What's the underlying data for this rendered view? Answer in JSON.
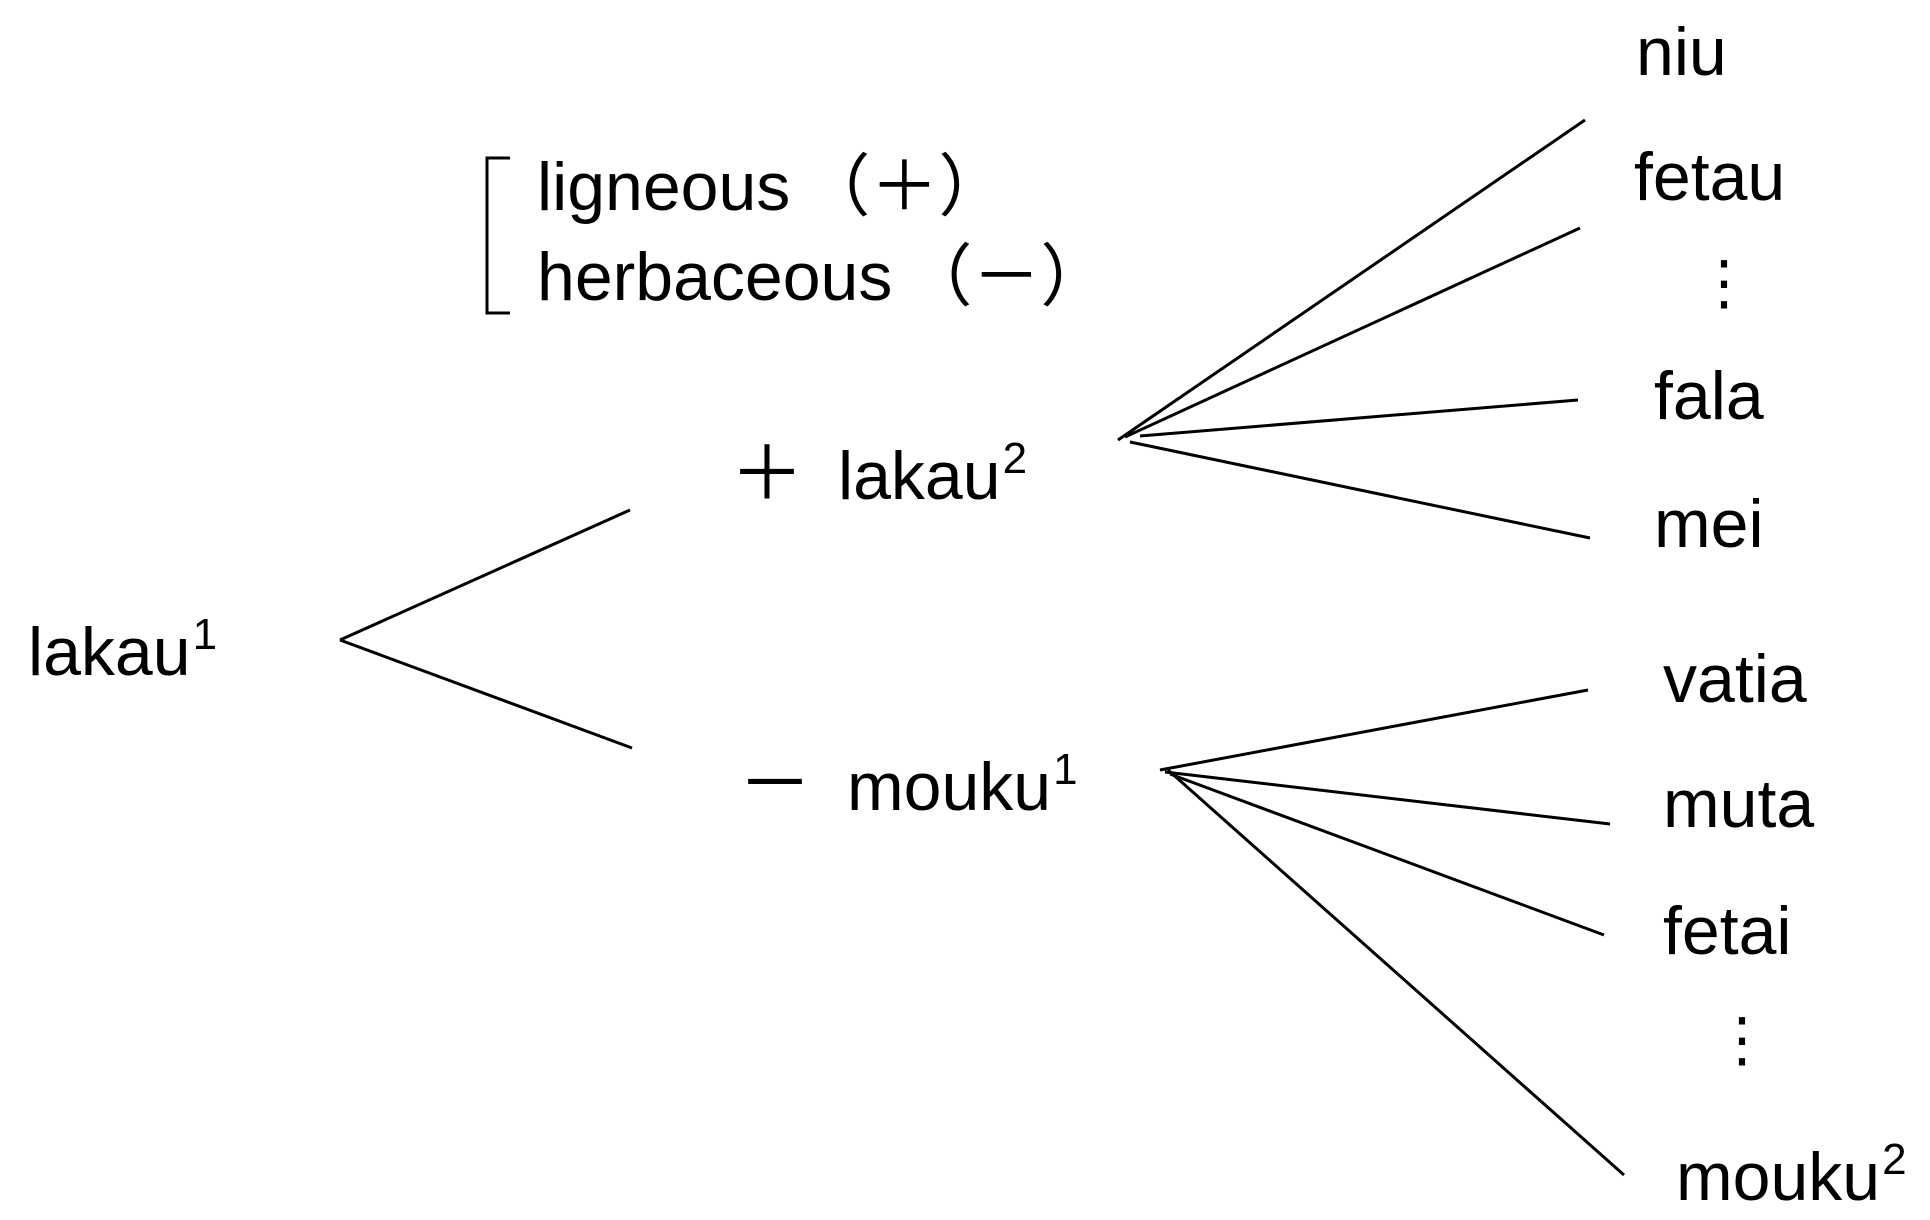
{
  "legend": {
    "ligneous": "ligneous",
    "ligneous_mark": "（＋）",
    "herbaceous": "herbaceous",
    "herbaceous_mark": "（－）"
  },
  "root": {
    "text": "lakau",
    "sup": "1"
  },
  "branch_plus": {
    "sign": "＋",
    "text": "lakau",
    "sup": "2"
  },
  "branch_minus": {
    "sign": "－",
    "text": "mouku",
    "sup": "1"
  },
  "leaves_plus": [
    "niu",
    "fetau",
    "fala",
    "mei"
  ],
  "leaves_minus": [
    "vatia",
    "muta",
    "fetai"
  ],
  "last_leaf": {
    "text": "mouku",
    "sup": "2"
  },
  "ellipsis": "⋮",
  "colors": {
    "line": "#000000",
    "text": "#000000",
    "background": "#ffffff"
  }
}
